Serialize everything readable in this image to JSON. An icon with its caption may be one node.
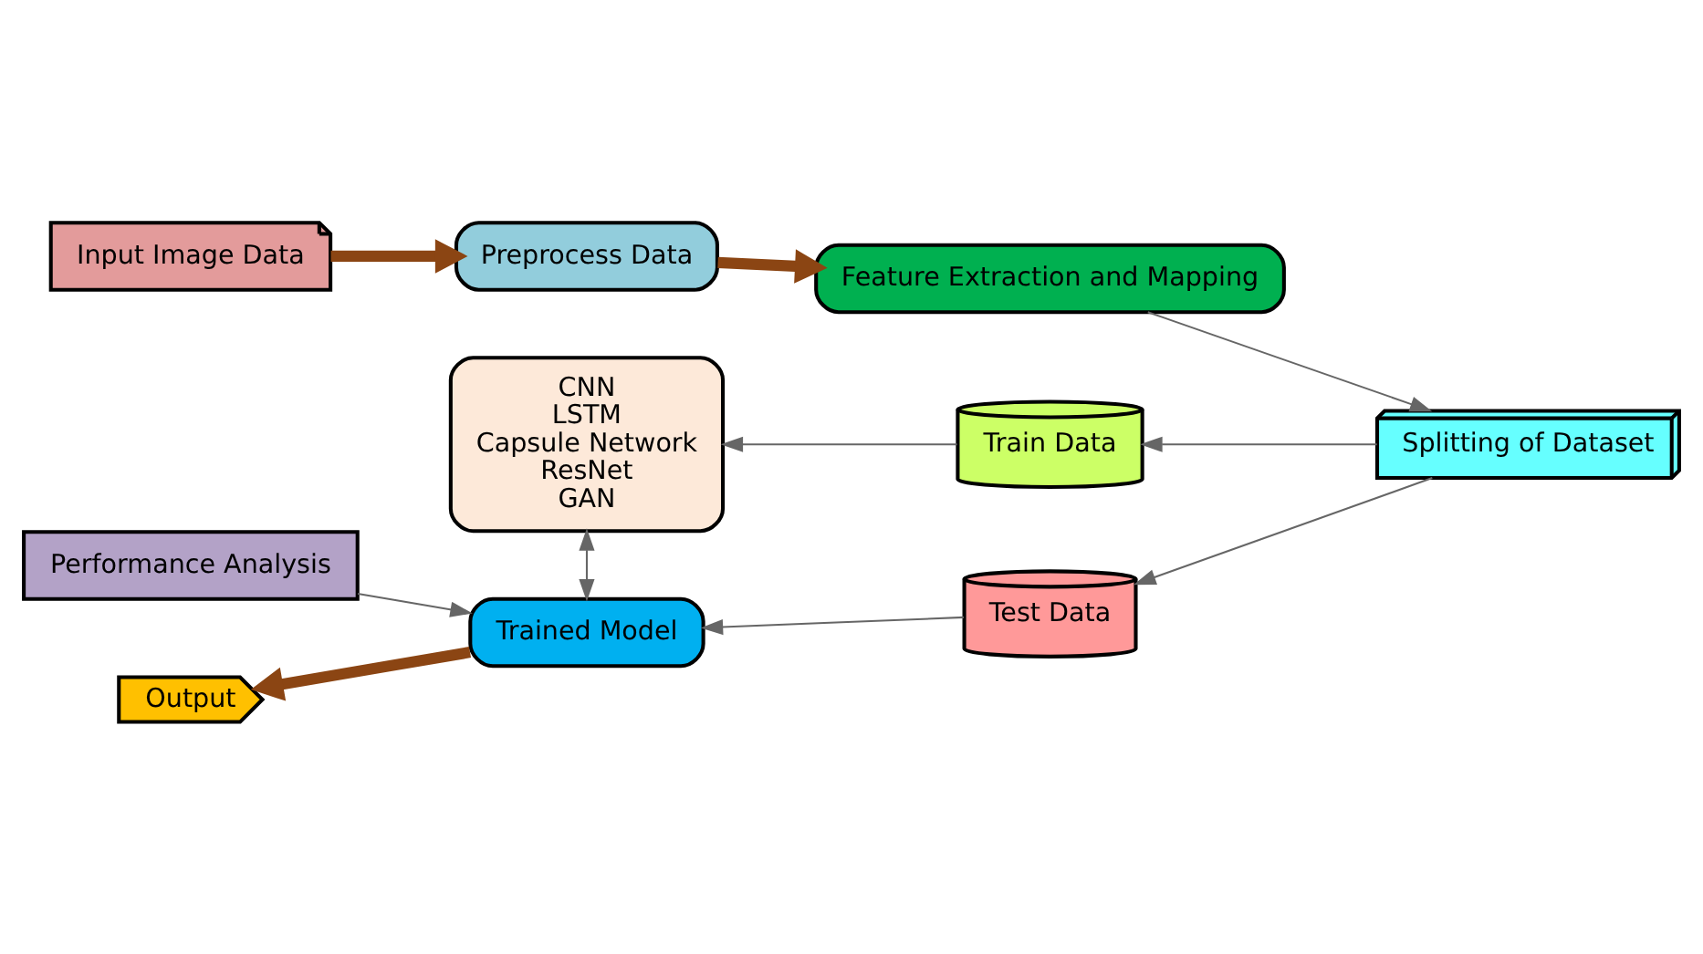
{
  "diagram": {
    "nodes": [
      {
        "text": [
          "Input Image Data"
        ]
      },
      {
        "text": [
          "Preprocess Data"
        ]
      },
      {
        "text": [
          "Feature Extraction and Mapping"
        ]
      },
      {
        "text": [
          "Splitting of Dataset"
        ]
      },
      {
        "text": [
          "Train Data"
        ]
      },
      {
        "text": [
          "CNN",
          "LSTM",
          "Capsule Network",
          "ResNet",
          "GAN"
        ]
      },
      {
        "text": [
          "Performance Analysis"
        ]
      },
      {
        "text": [
          "Test Data"
        ]
      },
      {
        "text": [
          "Output"
        ]
      },
      {
        "text": [
          "Trained Model"
        ]
      }
    ],
    "edges": [
      {
        "from": 0,
        "to": 1,
        "arrow": "to",
        "style": "thick",
        "color": "#8b4513"
      },
      {
        "from": 1,
        "to": 2,
        "arrow": "to",
        "style": "thick",
        "color": "#8b4513"
      },
      {
        "from": 2,
        "to": 3,
        "arrow": "to"
      },
      {
        "from": 3,
        "to": 4,
        "arrow": "to"
      },
      {
        "from": 3,
        "to": 7,
        "arrow": "to"
      },
      {
        "from": 4,
        "to": 5,
        "arrow": "to"
      },
      {
        "from": 6,
        "to": 9,
        "arrow": "to"
      },
      {
        "from": 5,
        "to": 9,
        "arrow": "both"
      },
      {
        "from": 7,
        "to": 9,
        "arrow": "to"
      },
      {
        "from": 9,
        "to": 8,
        "arrow": "to",
        "style": "thick",
        "color": "#8b4513"
      }
    ]
  }
}
